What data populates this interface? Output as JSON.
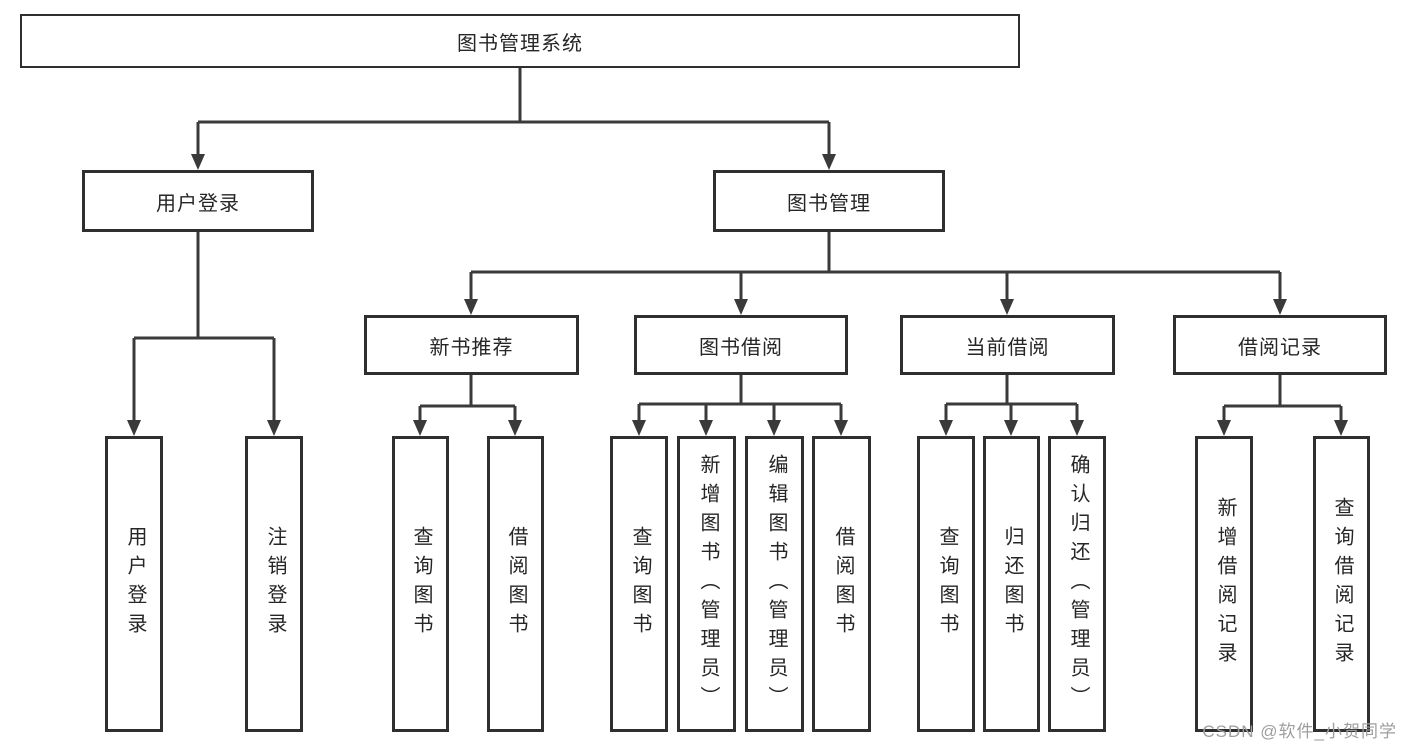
{
  "tree": {
    "root": {
      "label": "图书管理系统"
    },
    "branches": [
      {
        "label": "用户登录",
        "children": [
          {
            "label": "用户登录"
          },
          {
            "label": "注销登录"
          }
        ]
      },
      {
        "label": "图书管理",
        "children": [
          {
            "label": "新书推荐",
            "children": [
              {
                "label": "查询图书"
              },
              {
                "label": "借阅图书"
              }
            ]
          },
          {
            "label": "图书借阅",
            "children": [
              {
                "label": "查询图书"
              },
              {
                "label": "新增图书（管理员）"
              },
              {
                "label": "编辑图书（管理员）"
              },
              {
                "label": "借阅图书"
              }
            ]
          },
          {
            "label": "当前借阅",
            "children": [
              {
                "label": "查询图书"
              },
              {
                "label": "归还图书"
              },
              {
                "label": "确认归还（管理员）"
              }
            ]
          },
          {
            "label": "借阅记录",
            "children": [
              {
                "label": "新增借阅记录"
              },
              {
                "label": "查询借阅记录"
              }
            ]
          }
        ]
      }
    ]
  },
  "watermark": {
    "text": "CSDN @软件_小贺同学"
  },
  "colors": {
    "line": "#3a3a3a",
    "border": "#2f2f2f",
    "text": "#262626",
    "background": "#ffffff",
    "watermark": "#9e9e9e"
  }
}
